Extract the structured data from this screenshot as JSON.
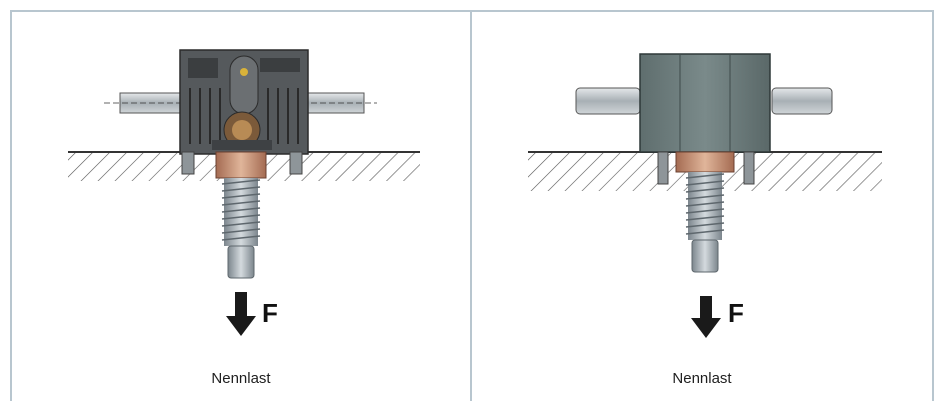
{
  "panels": [
    {
      "caption": "Nennlast",
      "force_label": "F"
    },
    {
      "caption": "Nennlast",
      "force_label": "F"
    }
  ],
  "colors": {
    "border": "#b8c6cf",
    "hatch": "#555555",
    "housing_left": "#5a5d60",
    "housing_right": "#6b7b7b",
    "flange": "#c98a6a",
    "spring": "#9aa4ab",
    "arrow": "#1a1a1a"
  }
}
